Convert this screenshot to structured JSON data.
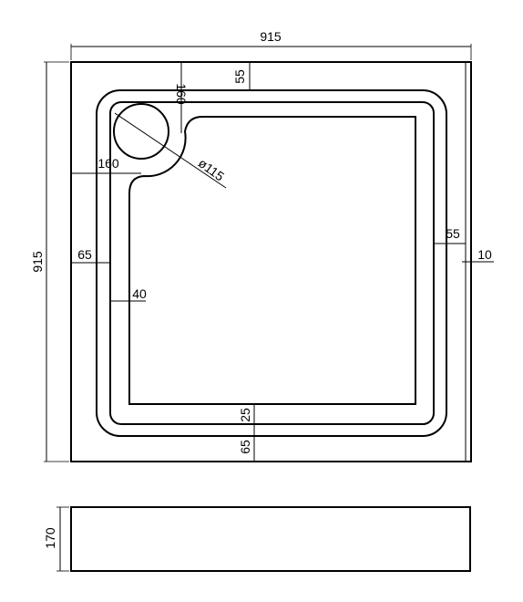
{
  "top_view": {
    "overall_width": "915",
    "overall_height": "915",
    "rim_top": "55",
    "drain_offset_y": "160",
    "drain_offset_x": "160",
    "drain_diameter": "ø115",
    "rim_left": "65",
    "rim_right": "55",
    "edge_right": "10",
    "inner_offset_left": "40",
    "inner_offset_bottom": "25",
    "rim_bottom": "65"
  },
  "side_view": {
    "height": "170"
  }
}
